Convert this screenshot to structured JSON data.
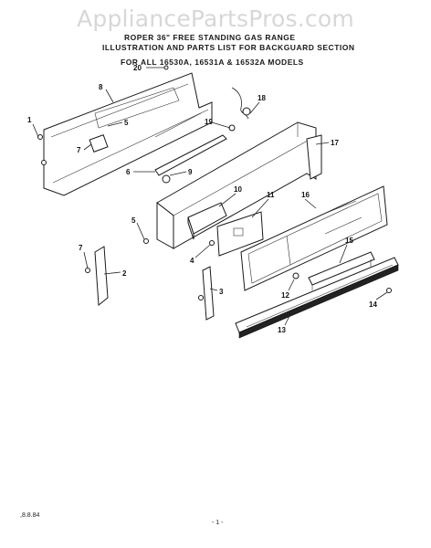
{
  "watermark": "AppliancePartsPros.com",
  "header": {
    "line1": "ROPER 36\" FREE STANDING GAS RANGE",
    "line2": "ILLUSTRATION AND PARTS LIST FOR BACKGUARD SECTION",
    "line3": "FOR ALL 16530A, 16531A & 16532A MODELS"
  },
  "footer": {
    "date": ",8.8.84",
    "page": "- 1 -"
  },
  "callouts": [
    "1",
    "2",
    "3",
    "4",
    "5",
    "5",
    "6",
    "7",
    "7",
    "8",
    "9",
    "10",
    "11",
    "12",
    "13",
    "14",
    "15",
    "16",
    "17",
    "18",
    "19",
    "20"
  ]
}
